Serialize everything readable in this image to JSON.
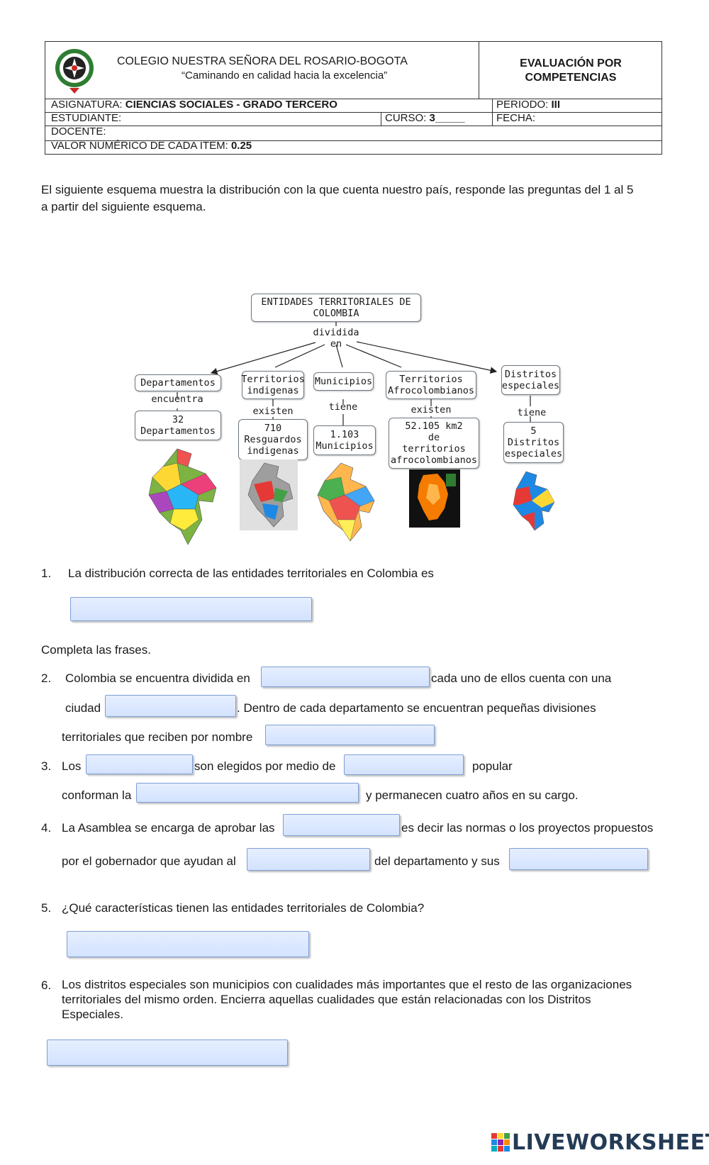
{
  "header": {
    "school": "COLEGIO NUESTRA SEÑORA DEL ROSARIO-BOGOTA",
    "motto": "“Caminando en calidad hacia la excelencia”",
    "eval_line1": "EVALUACIÓN  POR",
    "eval_line2": "COMPETENCIAS",
    "asignatura_label": "ASIGNATURA: ",
    "asignatura_value": "CIENCIAS  SOCIALES  -  GRADO TERCERO",
    "periodo_label": "PERIODO: ",
    "periodo_value": "III",
    "estudiante_label": "ESTUDIANTE:",
    "curso_label": "CURSO: ",
    "curso_value": "3_____",
    "fecha_label": "FECHA:",
    "docente_label": "DOCENTE:",
    "valor_label": "VALOR NUMÉRICO DE CADA ITEM: ",
    "valor_value": "0.25"
  },
  "intro_line1": "El siguiente esquema muestra la distribución con la que cuenta nuestro país, responde las preguntas del 1 al 5",
  "intro_line2": "a partir del siguiente esquema.",
  "diagram": {
    "root_line1": "ENTIDADES TERRITORIALES DE",
    "root_line2": "COLOMBIA",
    "root_conn_1": "dividida",
    "root_conn_2": "en",
    "branches": [
      {
        "title": [
          "Departamentos"
        ],
        "conn": "encuentra",
        "value": [
          "32",
          "Departamentos"
        ],
        "map": "colombia-departments-map"
      },
      {
        "title": [
          "Territorios",
          "indigenas"
        ],
        "conn": "existen",
        "value": [
          "710",
          "Resguardos",
          "indigenas"
        ],
        "map": "indigenous-reserves-map"
      },
      {
        "title": [
          "Municipios"
        ],
        "conn": "tiene",
        "value": [
          "1.103",
          "Municipios"
        ],
        "map": "municipalities-map"
      },
      {
        "title": [
          "Territorios",
          "Afrocolombianos"
        ],
        "conn": "existen",
        "value": [
          "52.105 km2",
          "de",
          "territorios",
          "afrocolombianos"
        ],
        "map": "afrocolombian-territories-map"
      },
      {
        "title": [
          "Distritos",
          "especiales"
        ],
        "conn": "tiene",
        "value": [
          "5",
          "Distritos",
          "especiales"
        ],
        "map": "special-districts-map"
      }
    ]
  },
  "questions": {
    "q1_num": "1.",
    "q1_text": "La distribución correcta de las entidades territoriales en Colombia es",
    "completa": "Completa las frases.",
    "q2_num": "2.",
    "q2_a": "Colombia se encuentra dividida en",
    "q2_b": "cada uno de ellos cuenta con una",
    "q2_c": "ciudad",
    "q2_d": ". Dentro de cada departamento   se encuentran pequeñas divisiones",
    "q2_e": "territoriales que reciben por nombre",
    "q3_num": "3.",
    "q3_a": "Los",
    "q3_b": "son elegidos por medio de",
    "q3_c": "popular",
    "q3_d": "conforman la",
    "q3_e": "y permanecen cuatro años en su cargo.",
    "q4_num": "4.",
    "q4_a": "La Asamblea se encarga de aprobar las",
    "q4_b": "es decir las normas o los proyectos propuestos",
    "q4_c": "por el gobernador que ayudan al",
    "q4_d": "del departamento y sus",
    "q5_num": "5.",
    "q5_text": "¿Qué características tienen las entidades territoriales de Colombia?",
    "q6_num": "6.",
    "q6_line1": "Los distritos  especiales son municipios con cualidades más importantes que el resto de las organizaciones",
    "q6_line2": "territoriales  del  mismo  orden.     Encierra  aquellas  cualidades  que  están  relacionadas  con  los  Distritos",
    "q6_line3": "Especiales."
  },
  "footer": {
    "brand": "LIVEWORKSHEETS"
  },
  "colors": {
    "blank_fill": "#dbe7ff",
    "blank_border": "#7e9fd6",
    "brand": "#243b55"
  }
}
